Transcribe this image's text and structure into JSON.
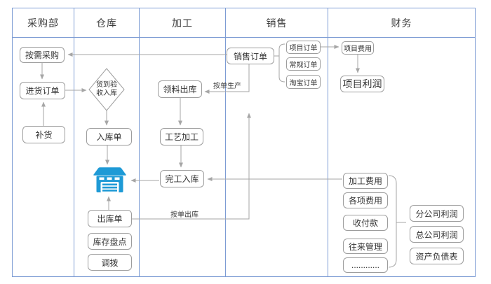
{
  "lanes": {
    "purchasing": "采购部",
    "warehouse": "仓库",
    "processing": "加工",
    "sales": "销售",
    "finance": "财务"
  },
  "nodes": {
    "demand_purchase": "按需采购",
    "purchase_order": "进货订单",
    "replenish": "补货",
    "arrival_inspect_l1": "货到验",
    "arrival_inspect_l2": "收入库",
    "inbound_order": "入库单",
    "outbound_order": "出库单",
    "stock_count": "库存盘点",
    "transfer": "调拨",
    "material_outbound": "领料出库",
    "craft_process": "工艺加工",
    "finished_inbound": "完工入库",
    "sales_order": "销售订单",
    "project_order": "项目订单",
    "regular_order": "常规订单",
    "taobao_order": "淘宝订单",
    "project_cost": "项目费用",
    "project_profit": "项目利润",
    "processing_cost": "加工费用",
    "misc_cost": "各项费用",
    "payments": "收付款",
    "transactions": "往来管理",
    "ellipsis": "............",
    "branch_profit": "分公司利润",
    "hq_profit": "总公司利润",
    "balance_sheet": "资产负债表"
  },
  "edge_labels": {
    "produce_to_order": "按单生产",
    "outbound_to_order": "按单出库"
  },
  "icons": {
    "warehouse_icon": "warehouse-icon"
  },
  "colors": {
    "lane_border": "#7d9cd4",
    "node_border": "#9d9d9d",
    "connector": "#a6a6a6",
    "warehouse_icon_blue": "#1e9ad6",
    "text": "#333333"
  }
}
